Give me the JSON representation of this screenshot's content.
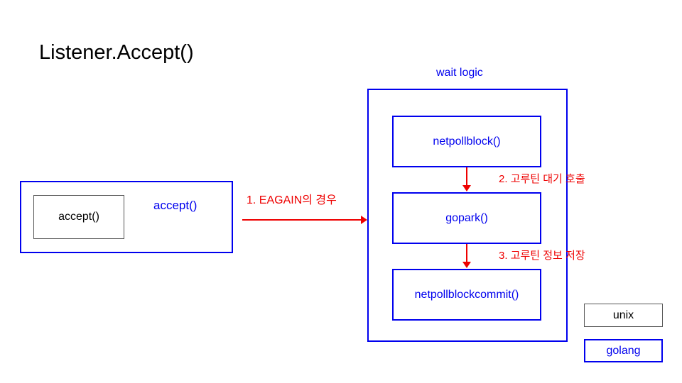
{
  "title": "Listener.Accept()",
  "left_group": {
    "name": "unix-accept-group",
    "inner_box_label": "accept()",
    "go_label": "accept()"
  },
  "steps": [
    {
      "number": "1",
      "label": "1. EAGAIN의 경우"
    },
    {
      "number": "2",
      "label": "2. 고루틴 대기 호출"
    },
    {
      "number": "3",
      "label": "3. 고루틴 정보 저장"
    }
  ],
  "wait_logic": {
    "label": "wait logic",
    "boxes": [
      {
        "label": "netpollblock()"
      },
      {
        "label": "gopark()"
      },
      {
        "label": "netpollblockcommit()"
      }
    ]
  },
  "legend": [
    {
      "label": "unix",
      "color": "#000000"
    },
    {
      "label": "golang",
      "color": "#0000ee"
    }
  ],
  "colors": {
    "blue": "#0000ee",
    "red": "#ee0000",
    "black": "#000000",
    "gray_border": "#555555"
  }
}
